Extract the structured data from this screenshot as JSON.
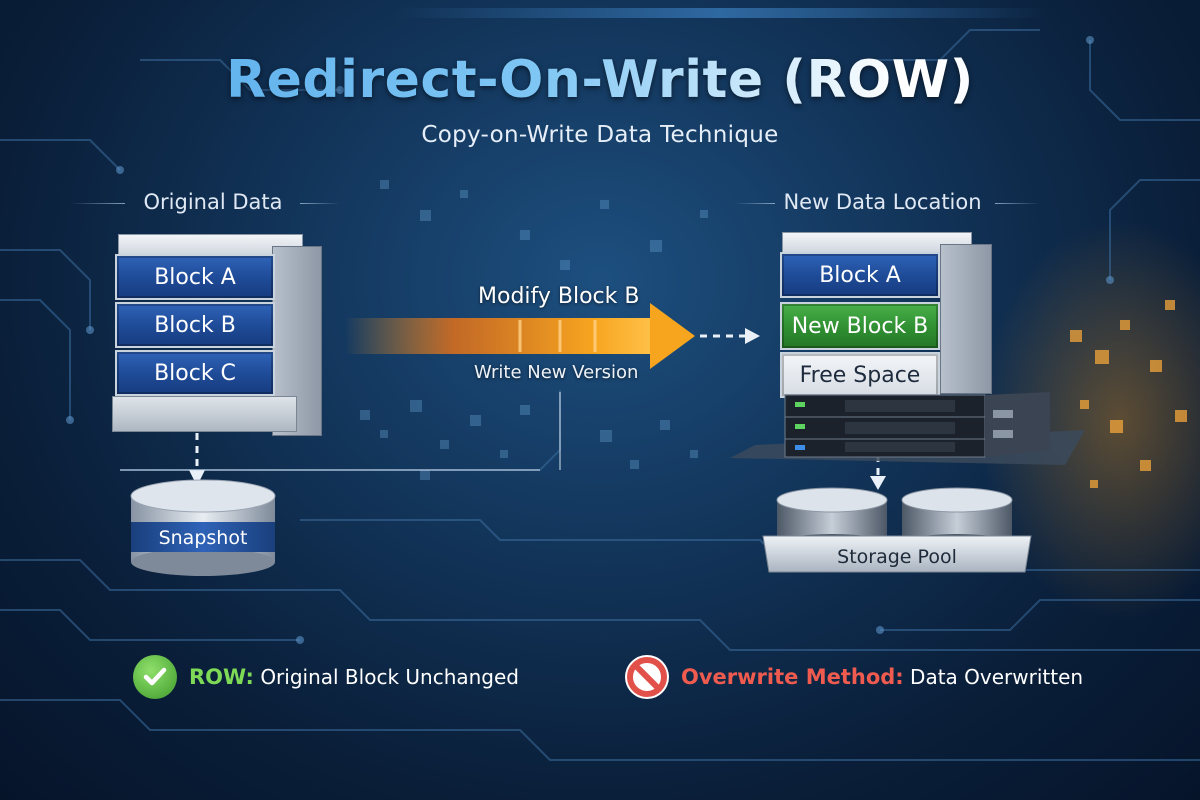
{
  "title": "Redirect-On-Write (ROW)",
  "subtitle": "Copy-on-Write Data Technique",
  "left_panel": {
    "heading": "Original Data",
    "blocks": [
      "Block A",
      "Block B",
      "Block C"
    ],
    "snapshot_label": "Snapshot"
  },
  "arrow": {
    "label": "Modify Block B",
    "sublabel": "Write New Version",
    "color": "#f39a1e"
  },
  "right_panel": {
    "heading": "New Data Location",
    "blocks": [
      "Block A",
      "New Block B",
      "Free Space"
    ],
    "pool_label": "Storage Pool"
  },
  "legend": [
    {
      "key": "ROW:",
      "text": "Original Block Unchanged",
      "icon": "check-icon",
      "color": "#6cc04a"
    },
    {
      "key": "Overwrite Method:",
      "text": "Data Overwritten",
      "icon": "prohibited-icon",
      "color": "#e2504a"
    }
  ],
  "colors": {
    "block_blue": "#1e4a96",
    "block_green": "#2f8f31",
    "accent_orange": "#f39a1e",
    "background": "#123459"
  }
}
